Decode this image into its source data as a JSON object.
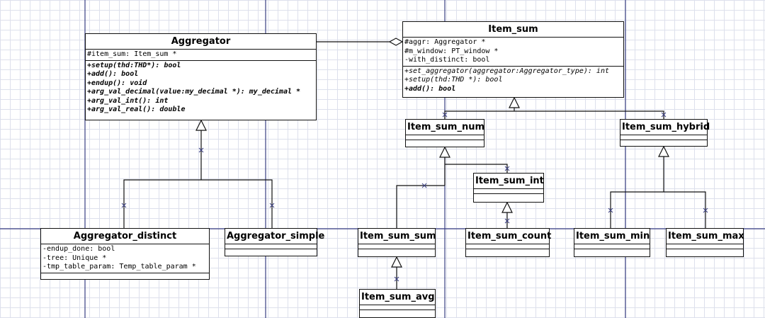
{
  "classes": {
    "aggregator": {
      "name": "Aggregator",
      "attributes": [
        "#item_sum: Item_sum *"
      ],
      "operations": [
        "+setup(thd:THD*): bool",
        "+add(): bool",
        "+endup(): void",
        "+arg_val_decimal(value:my_decimal *): my_decimal *",
        "+arg_val_int(): int",
        "+arg_val_real(): double"
      ]
    },
    "item_sum": {
      "name": "Item_sum",
      "attributes": [
        "#aggr: Aggregator *",
        "#m_window: PT_window *",
        "-with_distinct: bool"
      ],
      "operations": [
        "+set_aggregator(aggregator:Aggregator_type): int",
        "+setup(thd:THD *): bool",
        "+add(): bool"
      ]
    },
    "aggregator_distinct": {
      "name": "Aggregator_distinct",
      "attributes": [
        "-endup_done: bool",
        "-tree: Unique *",
        "-tmp_table_param: Temp_table_param *"
      ]
    },
    "aggregator_simple": {
      "name": "Aggregator_simple"
    },
    "item_sum_num": {
      "name": "Item_sum_num"
    },
    "item_sum_hybrid": {
      "name": "Item_sum_hybrid"
    },
    "item_sum_int": {
      "name": "Item_sum_int"
    },
    "item_sum_sum": {
      "name": "Item_sum_sum"
    },
    "item_sum_count": {
      "name": "Item_sum_count"
    },
    "item_sum_min": {
      "name": "Item_sum_min"
    },
    "item_sum_max": {
      "name": "Item_sum_max"
    },
    "item_sum_avg": {
      "name": "Item_sum_avg"
    }
  },
  "colors": {
    "grid": "#dde0ec",
    "page_guide": "#3a3f82",
    "connector": "#111111",
    "box_border": "#111111",
    "box_fill": "#ffffff"
  }
}
